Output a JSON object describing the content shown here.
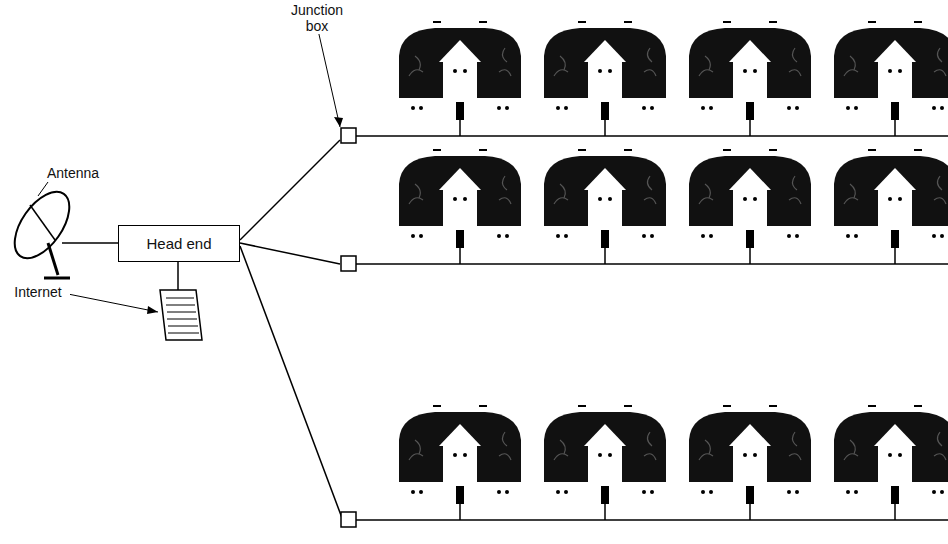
{
  "diagram": {
    "nodes": [
      {
        "text": [
          "Head end"
        ]
      }
    ],
    "labels": [
      "Antenna",
      "Junction box",
      "Internet"
    ]
  }
}
